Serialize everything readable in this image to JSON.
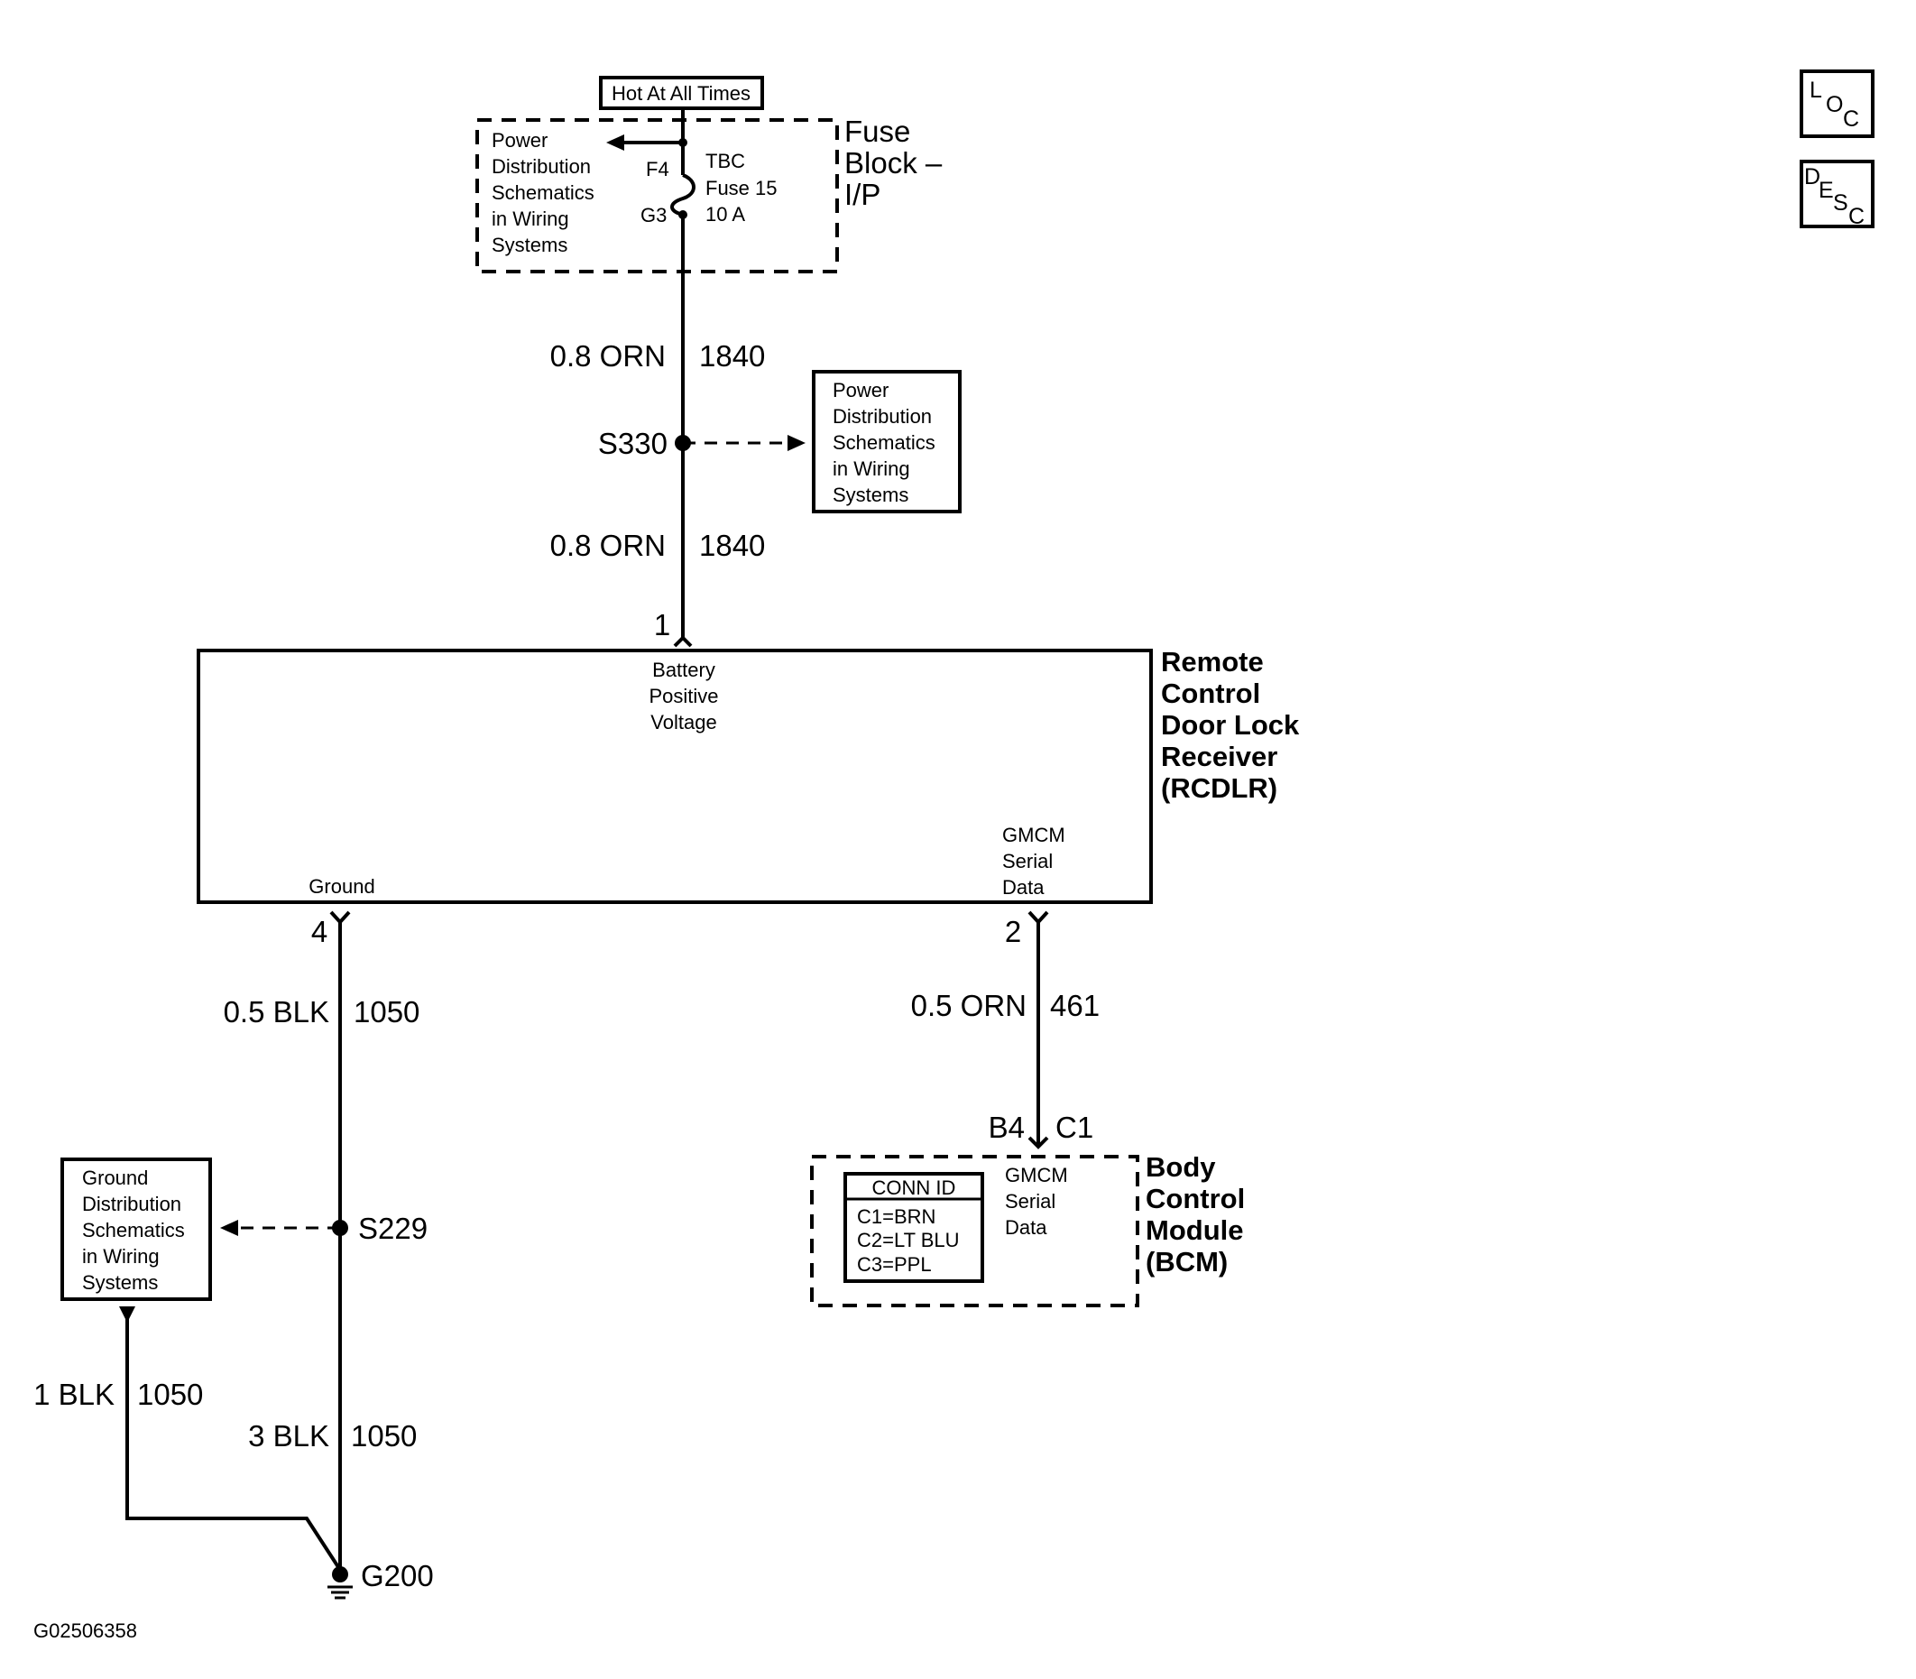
{
  "diagram_id": "G02506358",
  "nav": {
    "loc_top": "L",
    "loc_mid": "O",
    "loc_bot": "C",
    "desc_top": "D",
    "desc_mid": "E",
    "desc_mid2": "S",
    "desc_bot": "C"
  },
  "hot_label": "Hot At All Times",
  "fuse_block": {
    "title": [
      "Fuse",
      "Block –",
      "I/P"
    ],
    "ref": [
      "Power",
      "Distribution",
      "Schematics",
      "in Wiring",
      "Systems"
    ],
    "pin_in": "F4",
    "pin_out": "G3",
    "fuse": [
      "TBC",
      "Fuse 15",
      "10 A"
    ]
  },
  "wires": {
    "w1": {
      "spec": "0.8 ORN",
      "circuit": "1840"
    },
    "w2": {
      "spec": "0.8 ORN",
      "circuit": "1840"
    },
    "w3": {
      "spec": "0.5 BLK",
      "circuit": "1050"
    },
    "w4": {
      "spec": "0.5 ORN",
      "circuit": "461"
    },
    "w5": {
      "spec": "1 BLK",
      "circuit": "1050"
    },
    "w6": {
      "spec": "3 BLK",
      "circuit": "1050"
    }
  },
  "splices": {
    "s330": "S330",
    "s229": "S229"
  },
  "power_ref": [
    "Power",
    "Distribution",
    "Schematics",
    "in Wiring",
    "Systems"
  ],
  "ground_ref": [
    "Ground",
    "Distribution",
    "Schematics",
    "in Wiring",
    "Systems"
  ],
  "rcdlr": {
    "title": [
      "Remote",
      "Control",
      "Door Lock",
      "Receiver",
      "(RCDLR)"
    ],
    "pin1": "1",
    "pin1_label": [
      "Battery",
      "Positive",
      "Voltage"
    ],
    "pin4": "4",
    "pin4_label": "Ground",
    "pin2": "2",
    "pin2_label": [
      "GMCM",
      "Serial",
      "Data"
    ]
  },
  "bcm": {
    "title": [
      "Body",
      "Control",
      "Module",
      "(BCM)"
    ],
    "pin_a": "B4",
    "pin_b": "C1",
    "pin_label": [
      "GMCM",
      "Serial",
      "Data"
    ],
    "conn_id_title": "CONN ID",
    "conn_ids": [
      "C1=BRN",
      "C2=LT BLU",
      "C3=PPL"
    ]
  },
  "ground": "G200"
}
